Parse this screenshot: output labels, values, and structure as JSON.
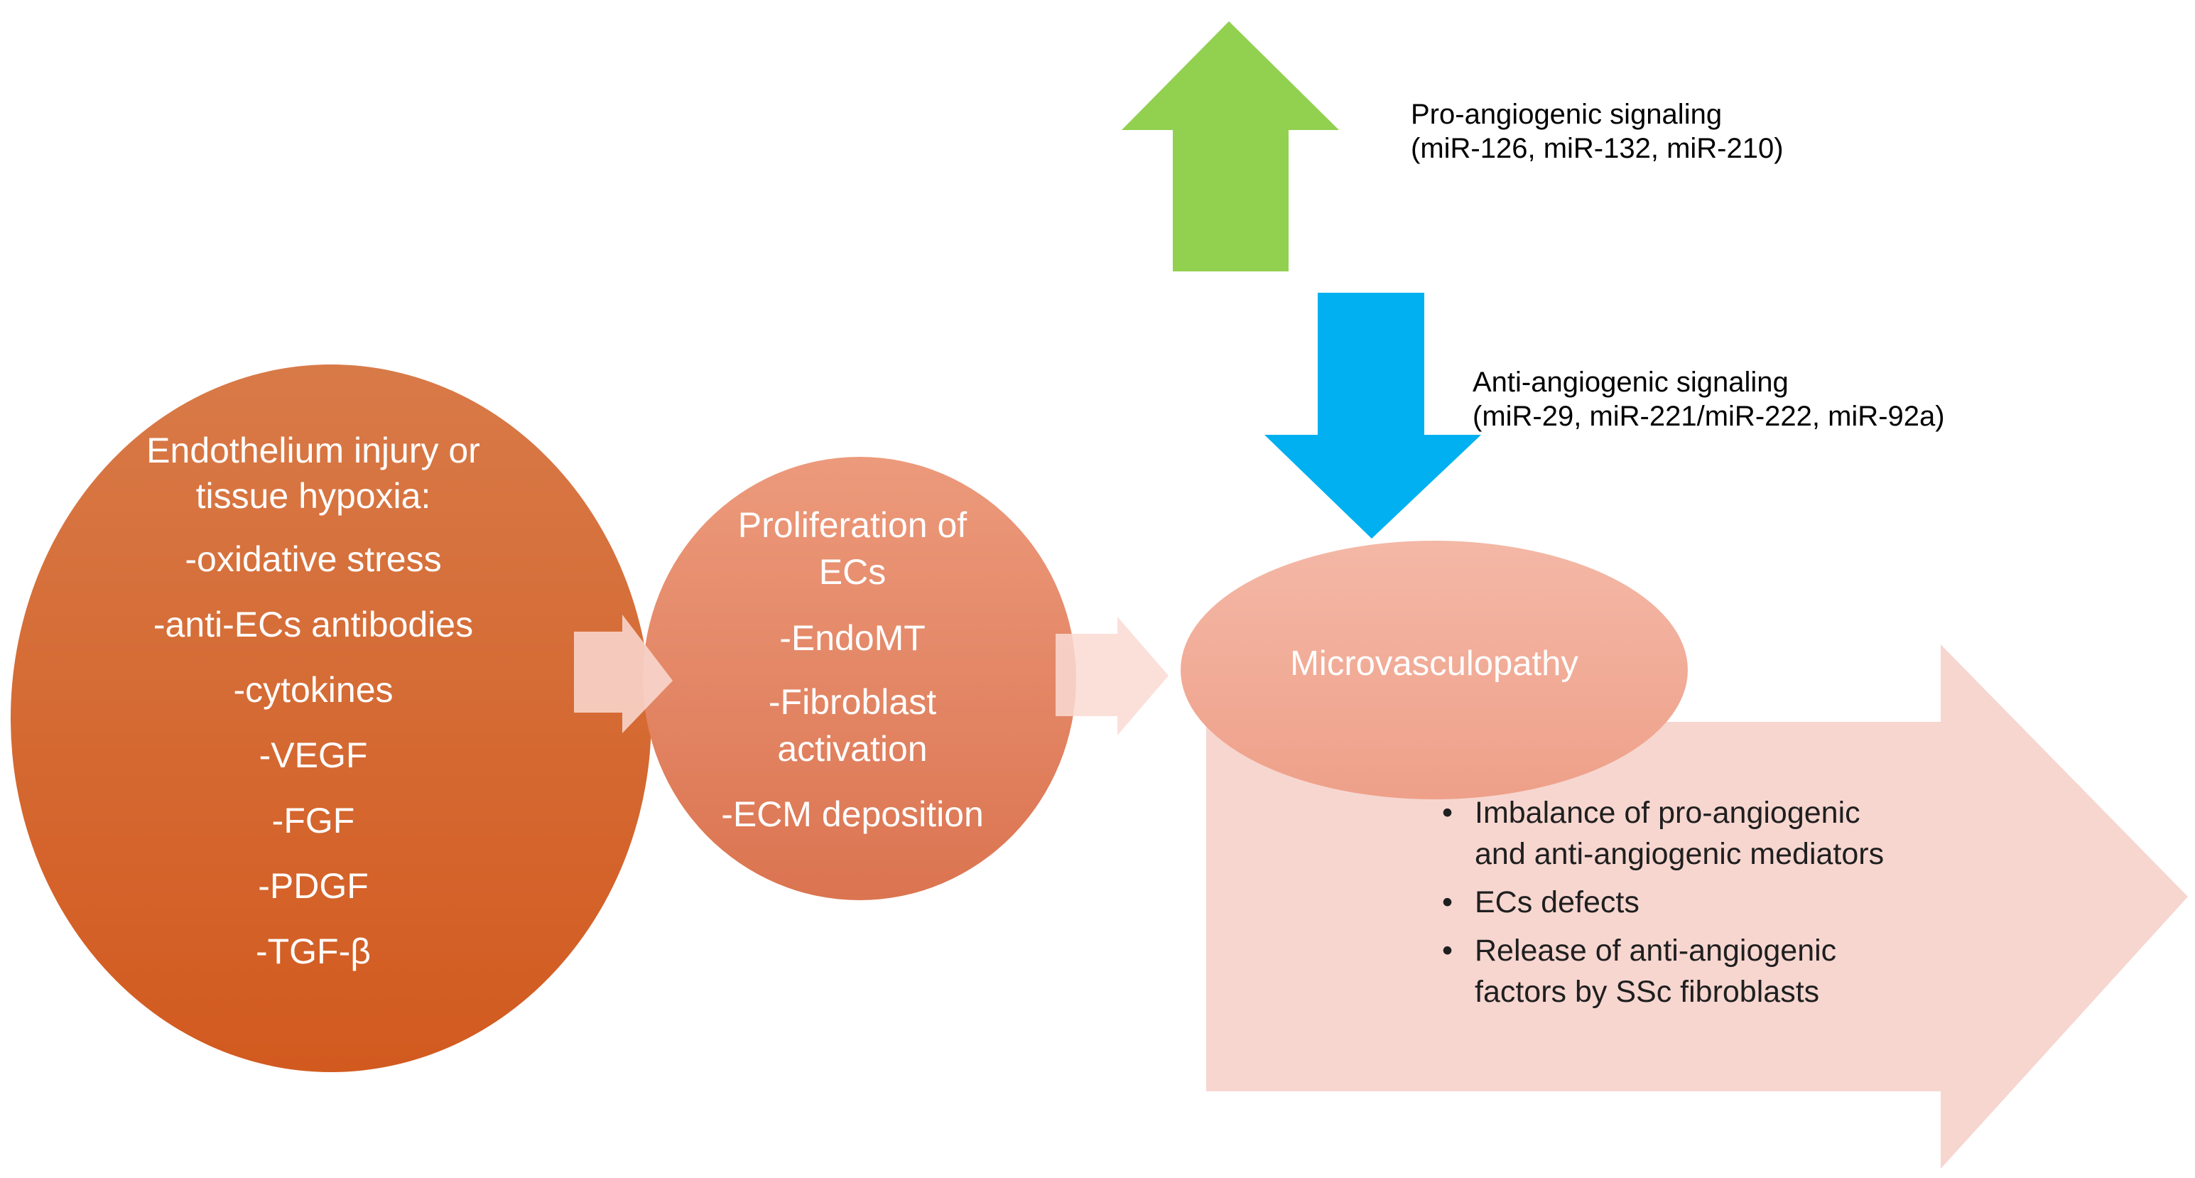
{
  "colors": {
    "oval_orange_top": "#D87A48",
    "oval_orange_bottom": "#D25A1F",
    "circle_salmon_top": "#E9967A",
    "circle_salmon_bottom": "#DC7650",
    "oval_pink": "#F1AB99",
    "big_arrow": "#F7D6D0",
    "small_arrow": "#FADBD4",
    "up_arrow": "#92D050",
    "down_arrow": "#00B0F0"
  },
  "injury": {
    "title_lines": [
      "Endothelium injury or",
      "tissue hypoxia:"
    ],
    "items": [
      "-oxidative stress",
      "-anti-ECs antibodies",
      "-cytokines",
      "-VEGF",
      "-FGF",
      "-PDGF",
      "-TGF-β"
    ]
  },
  "proliferation": {
    "title_lines": [
      "Proliferation of",
      "ECs"
    ],
    "items": [
      [
        "-EndoMT"
      ],
      [
        "-Fibroblast",
        "activation"
      ],
      [
        "-ECM deposition"
      ]
    ]
  },
  "microvasculopathy": {
    "label": "Microvasculopathy",
    "bullets": [
      [
        "Imbalance of pro-angiogenic",
        "and anti-angiogenic mediators"
      ],
      [
        "ECs defects"
      ],
      [
        "Release of anti-angiogenic",
        "factors by SSc fibroblasts"
      ]
    ]
  },
  "pro_angiogenic": {
    "line1": "Pro-angiogenic signaling",
    "line2": "(miR-126, miR-132, miR-210)"
  },
  "anti_angiogenic": {
    "line1": "Anti-angiogenic signaling",
    "line2": "(miR-29, miR-221/miR-222, miR-92a)"
  }
}
